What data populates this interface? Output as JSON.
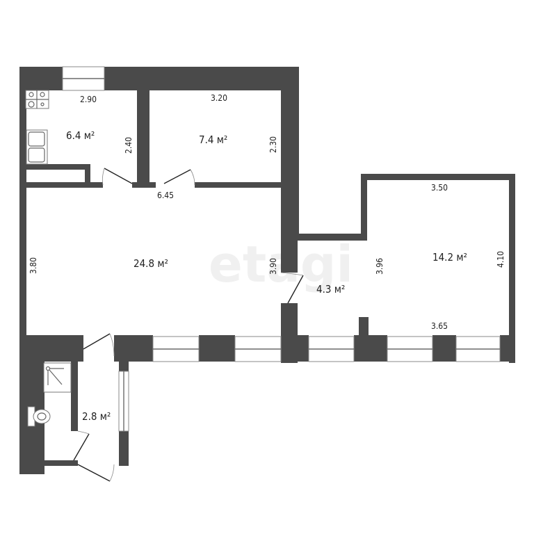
{
  "watermark": "etagi",
  "colors": {
    "wall": "#4a4a4a",
    "background": "#ffffff",
    "text": "#222222",
    "watermark": "#f0f0f0"
  },
  "rooms": [
    {
      "id": "kitchen",
      "area": "6.4 м²",
      "dim_width": "2.90",
      "dim_height": "2.40"
    },
    {
      "id": "room-small",
      "area": "7.4 м²",
      "dim_width": "3.20",
      "dim_height": "2.30"
    },
    {
      "id": "living-room",
      "area": "24.8 м²",
      "dim_width": "6.45",
      "dim_left": "3.80",
      "dim_right": "3.90"
    },
    {
      "id": "hall",
      "area": "4.3 м²",
      "dim_height": "3.96"
    },
    {
      "id": "room-large",
      "area": "14.2 м²",
      "dim_top": "3.50",
      "dim_bottom": "3.65",
      "dim_height": "4.10"
    },
    {
      "id": "bathroom",
      "area": "2.8 м²"
    }
  ],
  "fixtures": [
    "stove-icon",
    "sink-icon",
    "shower-icon",
    "toilet-icon"
  ]
}
